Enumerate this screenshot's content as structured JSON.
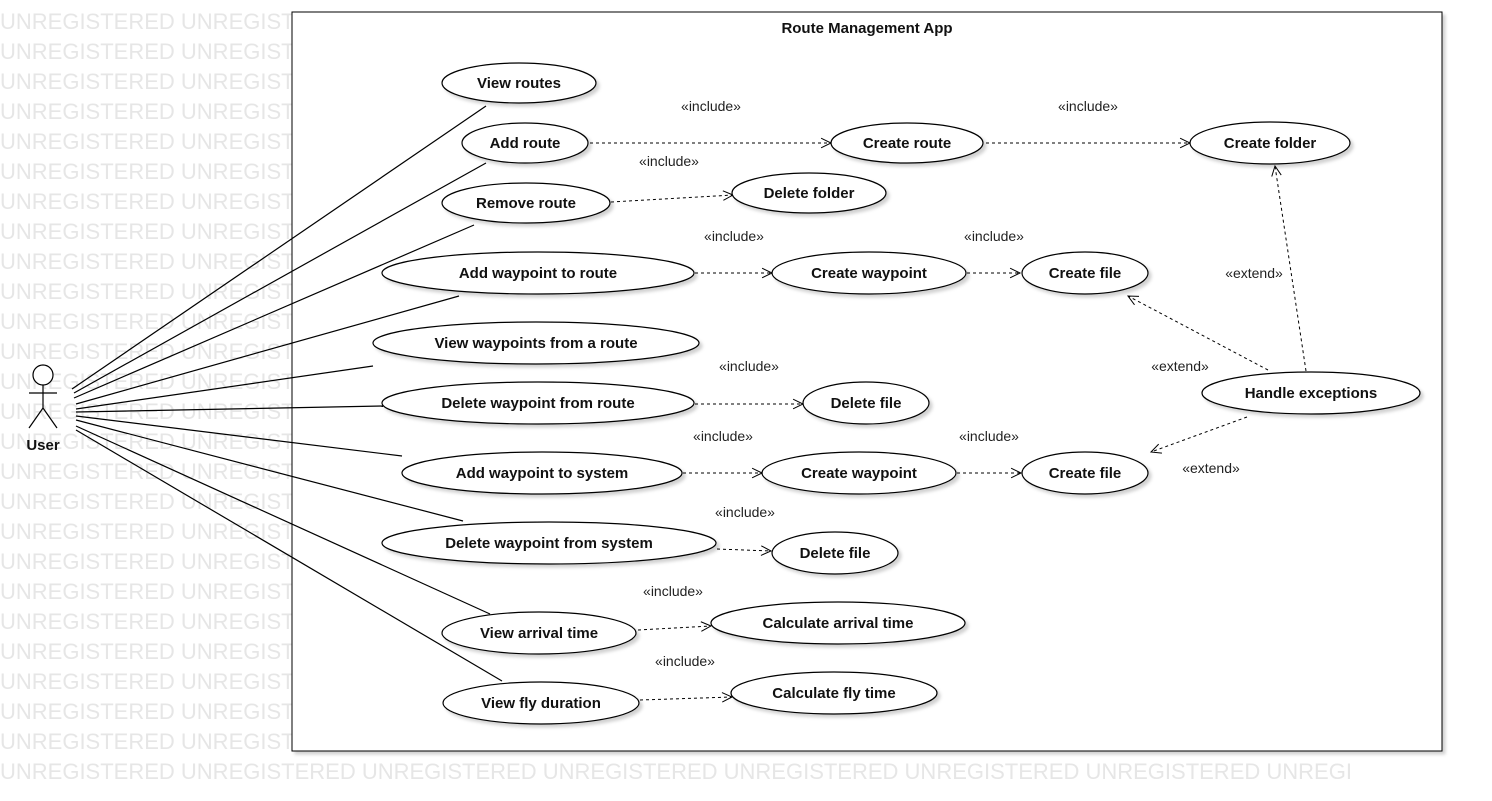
{
  "watermark_text": "UNREGISTERED UNREGISTERED UNREGISTERED UNREGISTERED UNREGISTERED UNREGISTERED UNREGISTERED UNREGI",
  "system": {
    "title": "Route Management App"
  },
  "actor": {
    "label": "User"
  },
  "use_cases": [
    {
      "id": "view-routes",
      "label": "View routes"
    },
    {
      "id": "add-route",
      "label": "Add route"
    },
    {
      "id": "create-route",
      "label": "Create route"
    },
    {
      "id": "create-folder",
      "label": "Create folder"
    },
    {
      "id": "remove-route",
      "label": "Remove route"
    },
    {
      "id": "delete-folder",
      "label": "Delete folder"
    },
    {
      "id": "add-waypoint-to-route",
      "label": "Add waypoint to route"
    },
    {
      "id": "create-waypoint-1",
      "label": "Create waypoint"
    },
    {
      "id": "create-file-1",
      "label": "Create file"
    },
    {
      "id": "view-waypoints-from-route",
      "label": "View waypoints from a route"
    },
    {
      "id": "delete-waypoint-from-route",
      "label": "Delete waypoint from route"
    },
    {
      "id": "delete-file-1",
      "label": "Delete file"
    },
    {
      "id": "handle-exceptions",
      "label": "Handle exceptions"
    },
    {
      "id": "add-waypoint-to-system",
      "label": "Add waypoint to system"
    },
    {
      "id": "create-waypoint-2",
      "label": "Create waypoint"
    },
    {
      "id": "create-file-2",
      "label": "Create file"
    },
    {
      "id": "delete-waypoint-from-system",
      "label": "Delete waypoint from system"
    },
    {
      "id": "delete-file-2",
      "label": "Delete file"
    },
    {
      "id": "view-arrival-time",
      "label": "View arrival time"
    },
    {
      "id": "calculate-arrival-time",
      "label": "Calculate arrival time"
    },
    {
      "id": "view-fly-duration",
      "label": "View fly duration"
    },
    {
      "id": "calculate-fly-time",
      "label": "Calculate fly time"
    }
  ],
  "associations": [
    "view-routes",
    "add-route",
    "remove-route",
    "add-waypoint-to-route",
    "view-waypoints-from-route",
    "delete-waypoint-from-route",
    "add-waypoint-to-system",
    "delete-waypoint-from-system",
    "view-arrival-time",
    "view-fly-duration"
  ],
  "relationships": [
    {
      "from": "add-route",
      "to": "create-route",
      "stereotype": "«include»"
    },
    {
      "from": "create-route",
      "to": "create-folder",
      "stereotype": "«include»"
    },
    {
      "from": "remove-route",
      "to": "delete-folder",
      "stereotype": "«include»"
    },
    {
      "from": "add-waypoint-to-route",
      "to": "create-waypoint-1",
      "stereotype": "«include»"
    },
    {
      "from": "create-waypoint-1",
      "to": "create-file-1",
      "stereotype": "«include»"
    },
    {
      "from": "delete-waypoint-from-route",
      "to": "delete-file-1",
      "stereotype": "«include»"
    },
    {
      "from": "add-waypoint-to-system",
      "to": "create-waypoint-2",
      "stereotype": "«include»"
    },
    {
      "from": "create-waypoint-2",
      "to": "create-file-2",
      "stereotype": "«include»"
    },
    {
      "from": "delete-waypoint-from-system",
      "to": "delete-file-2",
      "stereotype": "«include»"
    },
    {
      "from": "view-arrival-time",
      "to": "calculate-arrival-time",
      "stereotype": "«include»"
    },
    {
      "from": "view-fly-duration",
      "to": "calculate-fly-time",
      "stereotype": "«include»"
    },
    {
      "from": "handle-exceptions",
      "to": "create-folder",
      "stereotype": "«extend»"
    },
    {
      "from": "handle-exceptions",
      "to": "create-file-1",
      "stereotype": "«extend»"
    },
    {
      "from": "handle-exceptions",
      "to": "create-file-2",
      "stereotype": "«extend»"
    }
  ]
}
